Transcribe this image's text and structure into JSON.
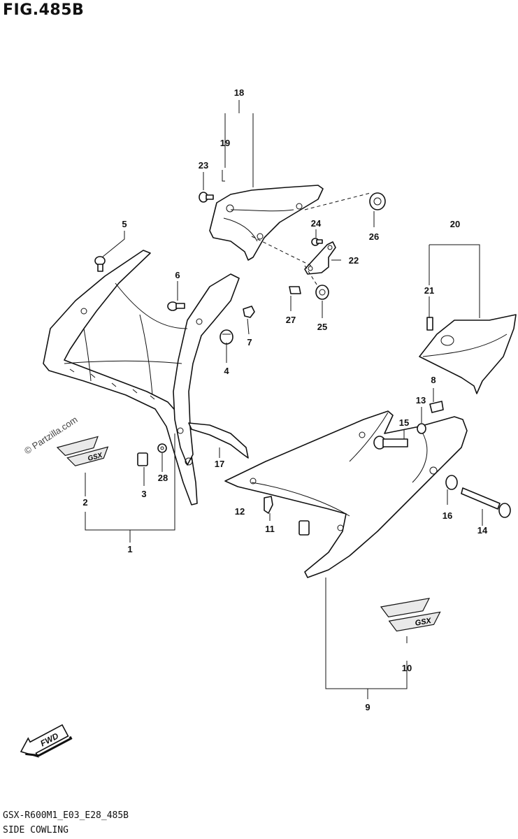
{
  "figure": {
    "title": "FIG.485B",
    "code": "GSX-R600M1_E03_E28_485B",
    "name": "SIDE COWLING",
    "watermark": "© Partzilla.com",
    "fwd_label": "FWD",
    "emblem_text": "GSX"
  },
  "callouts": [
    "1",
    "2",
    "3",
    "4",
    "5",
    "6",
    "7",
    "8",
    "9",
    "10",
    "11",
    "12",
    "13",
    "14",
    "15",
    "16",
    "17",
    "18",
    "19",
    "20",
    "21",
    "22",
    "23",
    "24",
    "25",
    "26",
    "27",
    "28"
  ]
}
